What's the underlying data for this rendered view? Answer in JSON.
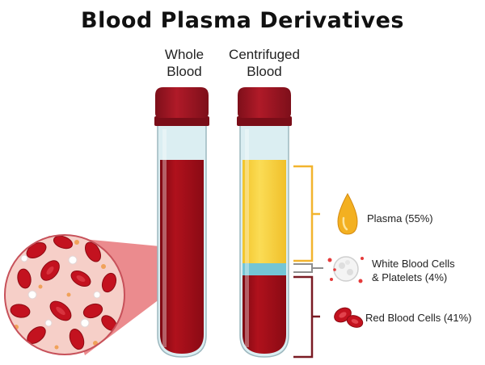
{
  "title": "Blood Plasma Derivatives",
  "tubes": {
    "whole": {
      "line1": "Whole",
      "line2": "Blood"
    },
    "centrifuged": {
      "line1": "Centrifuged",
      "line2": "Blood"
    }
  },
  "legend": {
    "plasma": "Plasma (55%)",
    "wbc_line1": "White Blood Cells",
    "wbc_line2": "& Platelets (4%)",
    "rbc": "Red Blood Cells (41%)"
  },
  "colors": {
    "blood": "#a50d18",
    "cap": "#9c1522",
    "plasma": "#f7d13a",
    "buffy_coat": "#73c6d6",
    "bracket": "#f2b42e",
    "bracket_dark": "#7a1b24",
    "bracket_gray": "#8e8e8e"
  },
  "icons": [
    "droplet-icon",
    "wbc-cell-icon",
    "rbc-cells-icon",
    "magnifier-circle"
  ]
}
